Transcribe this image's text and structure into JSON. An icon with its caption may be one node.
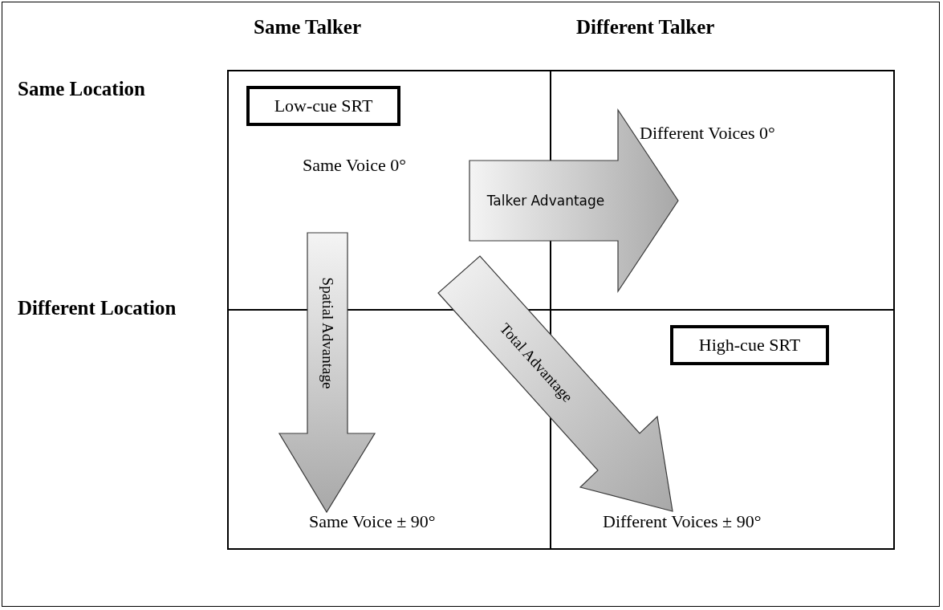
{
  "diagram": {
    "nodes": [
      {
        "text": [
          "Same Voice 0°"
        ]
      },
      {
        "text": [
          "Low-cue SRT"
        ],
        "in": 0
      },
      {
        "text": [
          "Different Voices 0°"
        ]
      },
      {
        "text": [
          "Same Voice ± 90°"
        ]
      },
      {
        "text": [
          "Different Voices ± 90°"
        ]
      },
      {
        "text": [
          "High-cue SRT"
        ],
        "in": 4
      }
    ],
    "edges": [
      {
        "from": 0,
        "to": 2,
        "arrow": "to",
        "label": "Talker Advantage"
      },
      {
        "from": 0,
        "to": 3,
        "arrow": "to",
        "label": "Spatial Advantage"
      },
      {
        "from": 0,
        "to": 4,
        "arrow": "to",
        "label": "Total Advantage"
      }
    ],
    "labels": [
      "Same Talker",
      "Different Talker",
      "Same Location",
      "Different Location"
    ]
  }
}
